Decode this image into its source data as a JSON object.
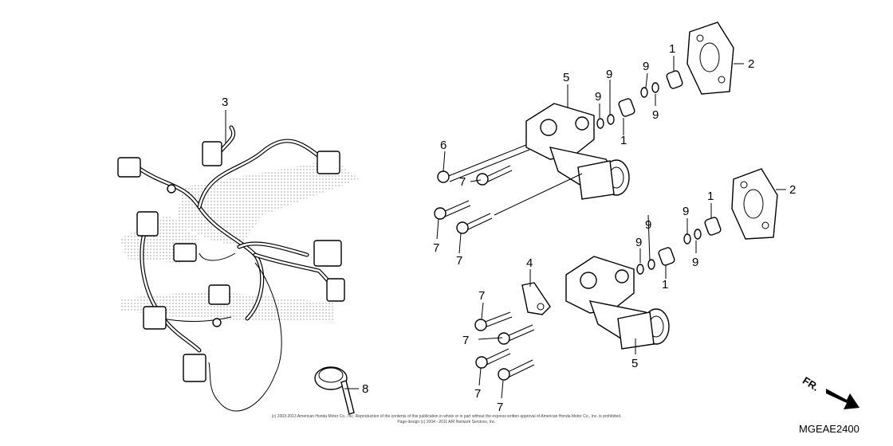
{
  "callouts": {
    "c1a": "1",
    "c1b": "1",
    "c1c": "1",
    "c1d": "1",
    "c2a": "2",
    "c2b": "2",
    "c3": "3",
    "c4": "4",
    "c5a": "5",
    "c5b": "5",
    "c6": "6",
    "c7a": "7",
    "c7b": "7",
    "c7c": "7",
    "c7d": "7",
    "c7e": "7",
    "c7f": "7",
    "c7g": "7",
    "c8": "8",
    "c9a": "9",
    "c9b": "9",
    "c9c": "9",
    "c9d": "9",
    "c9e": "9",
    "c9f": "9"
  },
  "direction_label": "FR.",
  "diagram_code": "MGEAE2400",
  "copyright_line1": "(c) 2003-2013 American Honda Motor Co., Inc. Reproduction of the contents of this publication in whole or in part without the express written approval of American Honda Motor Co., Inc. is prohibited.",
  "copyright_line2": "Page design (c) 2004 - 2011 ARI Network Services, Inc."
}
